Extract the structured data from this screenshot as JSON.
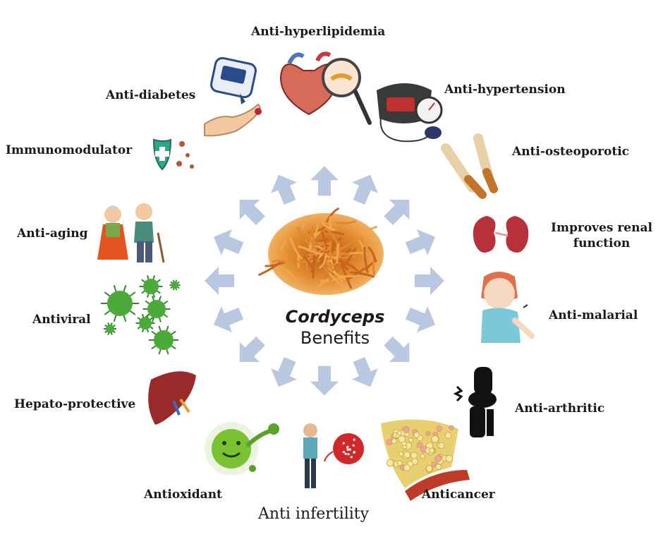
{
  "center": {
    "title_line1": "Cordyceps",
    "title_line2": "Benefits"
  },
  "benefits": [
    {
      "id": "anti-hyperlipidemia",
      "label": "Anti-hyperlipidemia",
      "icon": "heart-magnifier-icon"
    },
    {
      "id": "anti-diabetes",
      "label": "Anti-diabetes",
      "icon": "glucose-meter-icon"
    },
    {
      "id": "anti-hypertension",
      "label": "Anti-hypertension",
      "icon": "blood-pressure-monitor-icon"
    },
    {
      "id": "immunomodulator",
      "label": "Immunomodulator",
      "icon": "shield-cross-icon"
    },
    {
      "id": "anti-osteoporotic",
      "label": "Anti-osteoporotic",
      "icon": "bones-icon"
    },
    {
      "id": "anti-aging",
      "label": "Anti-aging",
      "icon": "elderly-couple-icon"
    },
    {
      "id": "improves-renal-function",
      "label_line1": "Improves renal",
      "label_line2": "function",
      "icon": "kidneys-icon"
    },
    {
      "id": "antiviral",
      "label": "Antiviral",
      "icon": "virus-icon"
    },
    {
      "id": "anti-malarial",
      "label": "Anti-malarial",
      "icon": "sick-person-icon"
    },
    {
      "id": "hepato-protective",
      "label": "Hepato-protective",
      "icon": "liver-icon"
    },
    {
      "id": "anti-arthritic",
      "label": "Anti-arthritic",
      "icon": "knee-joint-icon"
    },
    {
      "id": "antioxidant",
      "label": "Antioxidant",
      "icon": "smiling-cell-icon"
    },
    {
      "id": "anticancer",
      "label": "Anticancer",
      "icon": "tumor-cells-icon"
    },
    {
      "id": "anti-infertility",
      "label": "Anti infertility",
      "icon": "man-sperm-icon"
    }
  ],
  "colors": {
    "arrow": "#b8c8e0",
    "cordyceps": "#e08a2a",
    "text": "#1a1a1a"
  }
}
